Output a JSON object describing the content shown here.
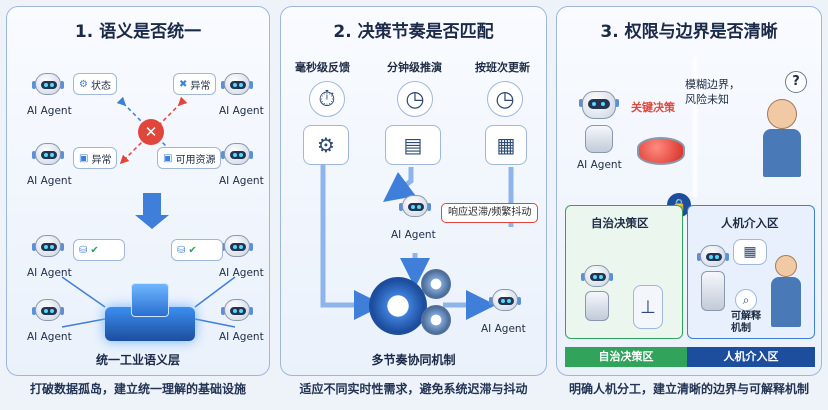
{
  "panel1": {
    "title": "1. 语义是否统一",
    "agent_label": "AI Agent",
    "bubbles": {
      "status": "状态",
      "abnormal_top": "异常",
      "abnormal_mid": "异常",
      "resource": "可用资源"
    },
    "platform_label": "统一工业语义层",
    "caption": "打破数据孤岛，建立统一理解的基础设施"
  },
  "panel2": {
    "title": "2. 决策节奏是否匹配",
    "rates": [
      "毫秒级反馈",
      "分钟级推演",
      "按班次更新"
    ],
    "warning": "响应迟滞/频繁抖动",
    "agent_label": "AI Agent",
    "mechanism_label": "多节奏协同机制",
    "caption": "适应不同实时性需求，避免系统迟滞与抖动"
  },
  "panel3": {
    "title": "3. 权限与边界是否清晰",
    "key_decision": "关键决策",
    "agent_label": "AI Agent",
    "fuzzy_note": "模糊边界，\n风险未知",
    "zone_auto": "自治决策区",
    "zone_human": "人机介入区",
    "explainable": "可解释\n机制",
    "strip_auto": "自治决策区",
    "strip_human": "人机介入区",
    "caption": "明确人机分工，建立清晰的边界与可解释机制"
  },
  "colors": {
    "accent": "#3f7fd9",
    "warning": "#e0463c",
    "green": "#31a35b",
    "navy": "#1d4e9e"
  }
}
